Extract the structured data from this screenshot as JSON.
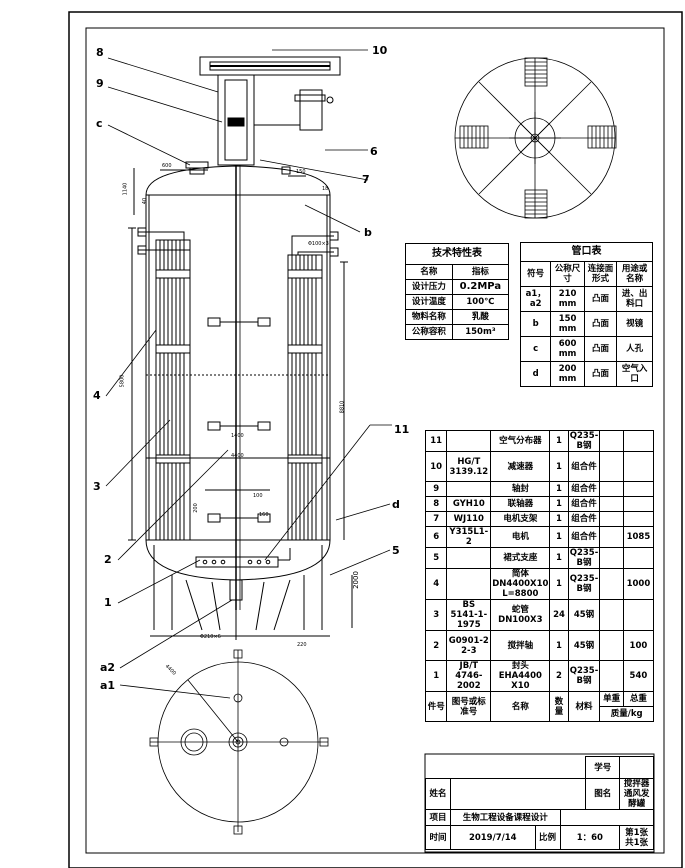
{
  "callouts": [
    "8",
    "9",
    "10",
    "c",
    "6",
    "7",
    "b",
    "4",
    "3",
    "2",
    "1",
    "11",
    "d",
    "5",
    "a2",
    "a1"
  ],
  "dims": {
    "d600": "600",
    "d150": "150",
    "d1140": "1140",
    "d40": "40",
    "d18": "18",
    "d100x3": "Φ100×3",
    "d5800": "5800",
    "d8810": "8810",
    "d1400": "1400",
    "d4400": "4400",
    "d100": "100",
    "d160": "160",
    "d200": "200",
    "d2000": "2000",
    "d210x6": "Φ210×6",
    "d220": "220",
    "d4400b": "4400"
  },
  "tech": {
    "title": "技术特性表",
    "headers": [
      "名称",
      "指标"
    ],
    "rows": [
      [
        "设计压力",
        "0.2MPa"
      ],
      [
        "设计温度",
        "100℃"
      ],
      [
        "物料名称",
        "乳酸"
      ],
      [
        "公称容积",
        "150m³"
      ]
    ]
  },
  "pipes": {
    "title": "管口表",
    "headers": [
      "符号",
      "公称尺寸",
      "连接面形式",
      "用途或名称"
    ],
    "rows": [
      [
        "a1，a2",
        "210 mm",
        "凸面",
        "进、出料口"
      ],
      [
        "b",
        "150 mm",
        "凸面",
        "视镜"
      ],
      [
        "c",
        "600 mm",
        "凸面",
        "人孔"
      ],
      [
        "d",
        "200 mm",
        "凸面",
        "空气入口"
      ]
    ]
  },
  "bom": {
    "rows": [
      [
        "11",
        "",
        "空气分布器",
        "1",
        "Q235-B钢",
        "",
        ""
      ],
      [
        "10",
        "HG/T 3139.12",
        "减速器",
        "1",
        "组合件",
        "",
        ""
      ],
      [
        "9",
        "",
        "轴封",
        "1",
        "组合件",
        "",
        ""
      ],
      [
        "8",
        "GYH10",
        "联轴器",
        "1",
        "组合件",
        "",
        ""
      ],
      [
        "7",
        "WJ110",
        "电机支架",
        "1",
        "组合件",
        "",
        ""
      ],
      [
        "6",
        "Y315L1-2",
        "电机",
        "1",
        "组合件",
        "",
        "1085"
      ],
      [
        "5",
        "",
        "裙式支座",
        "1",
        "Q235-B钢",
        "",
        ""
      ],
      [
        "4",
        "",
        "简体 DN4400X10 L=8800",
        "1",
        "Q235-B钢",
        "",
        "1000"
      ],
      [
        "3",
        "BS 5141-1-1975",
        "蛇管 DN100X3",
        "24",
        "45钢",
        "",
        ""
      ],
      [
        "2",
        "G0901-2 2-3",
        "搅拌轴",
        "1",
        "45钢",
        "",
        "100"
      ],
      [
        "1",
        "JB/T 4746-2002",
        "封头 EHA4400 X10",
        "2",
        "Q235-B钢",
        "",
        "540"
      ]
    ],
    "header": {
      "no": "件号",
      "std": "图号或标准号",
      "name": "名称",
      "qty": "数量",
      "mat": "材料",
      "unit": "单重",
      "total": "总重",
      "mass": "质量/kg"
    }
  },
  "title_block": {
    "xuehao": "学号",
    "xingming": "姓名",
    "tuming": "图名",
    "drawing_name": "搅拌器通风发酵罐",
    "xiangmu": "项目",
    "project": "生物工程设备课程设计",
    "shijian": "时间",
    "date": "2019/7/14",
    "bili": "比例",
    "scale": "1：60",
    "sheet": "第1张",
    "total_sheets": "共1张"
  }
}
